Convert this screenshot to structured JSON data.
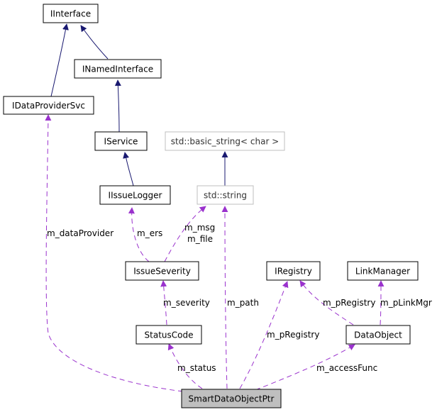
{
  "colors": {
    "inheritance": "#191970",
    "usage": "#9a32cd",
    "box_border": "#000000",
    "external_border": "#bfbfbf",
    "focus_fill": "#bfbfbf"
  },
  "nodes": {
    "iinterface": "IInterface",
    "inamedinterface": "INamedInterface",
    "idataprovidersvc": "IDataProviderSvc",
    "iservice": "IService",
    "basic_string": "std::basic_string< char >",
    "issuelogger": "IIssueLogger",
    "std_string": "std::string",
    "issueseverity": "IssueSeverity",
    "iregistry": "IRegistry",
    "linkmanager": "LinkManager",
    "statuscode": "StatusCode",
    "dataobject": "DataObject",
    "smartdataobjectptr": "SmartDataObjectPtr"
  },
  "edge_labels": {
    "m_dataProvider": "m_dataProvider",
    "m_ers": "m_ers",
    "m_msg": "m_msg",
    "m_file": "m_file",
    "m_severity": "m_severity",
    "m_path": "m_path",
    "m_pRegistry_obj": "m_pRegistry",
    "m_pLinkMgr": "m_pLinkMgr",
    "m_pRegistry_ptr": "m_pRegistry",
    "m_status": "m_status",
    "m_accessFunc": "m_accessFunc"
  }
}
